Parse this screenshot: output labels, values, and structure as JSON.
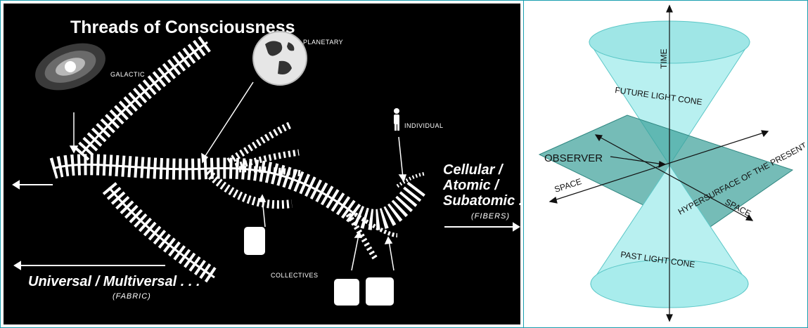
{
  "left_diagram": {
    "title": "Threads of Consciousness",
    "labels": {
      "galactic": "GALACTIC",
      "planetary": "PLANETARY",
      "individual": "INDIVIDUAL",
      "collectives": "COLLECTIVES",
      "cellular_line1": "Cellular /",
      "cellular_line2": "Atomic /",
      "cellular_line3": "Subatomic . . .",
      "fibers": "(FIBERS)",
      "universal": "Universal / Multiversal . . .",
      "fabric": "(FABRIC)"
    }
  },
  "right_diagram": {
    "labels": {
      "time": "TIME",
      "future_light_cone": "FUTURE LIGHT CONE",
      "observer": "OBSERVER",
      "hypersurface": "HYPERSURFACE OF THE PRESENT",
      "space_left": "SPACE",
      "space_right": "SPACE",
      "past_light_cone": "PAST LIGHT CONE"
    },
    "colors": {
      "cone_fill": "#a8ecec",
      "cone_stroke": "#5cc7c7",
      "plane_fill": "#3b9f98"
    }
  }
}
